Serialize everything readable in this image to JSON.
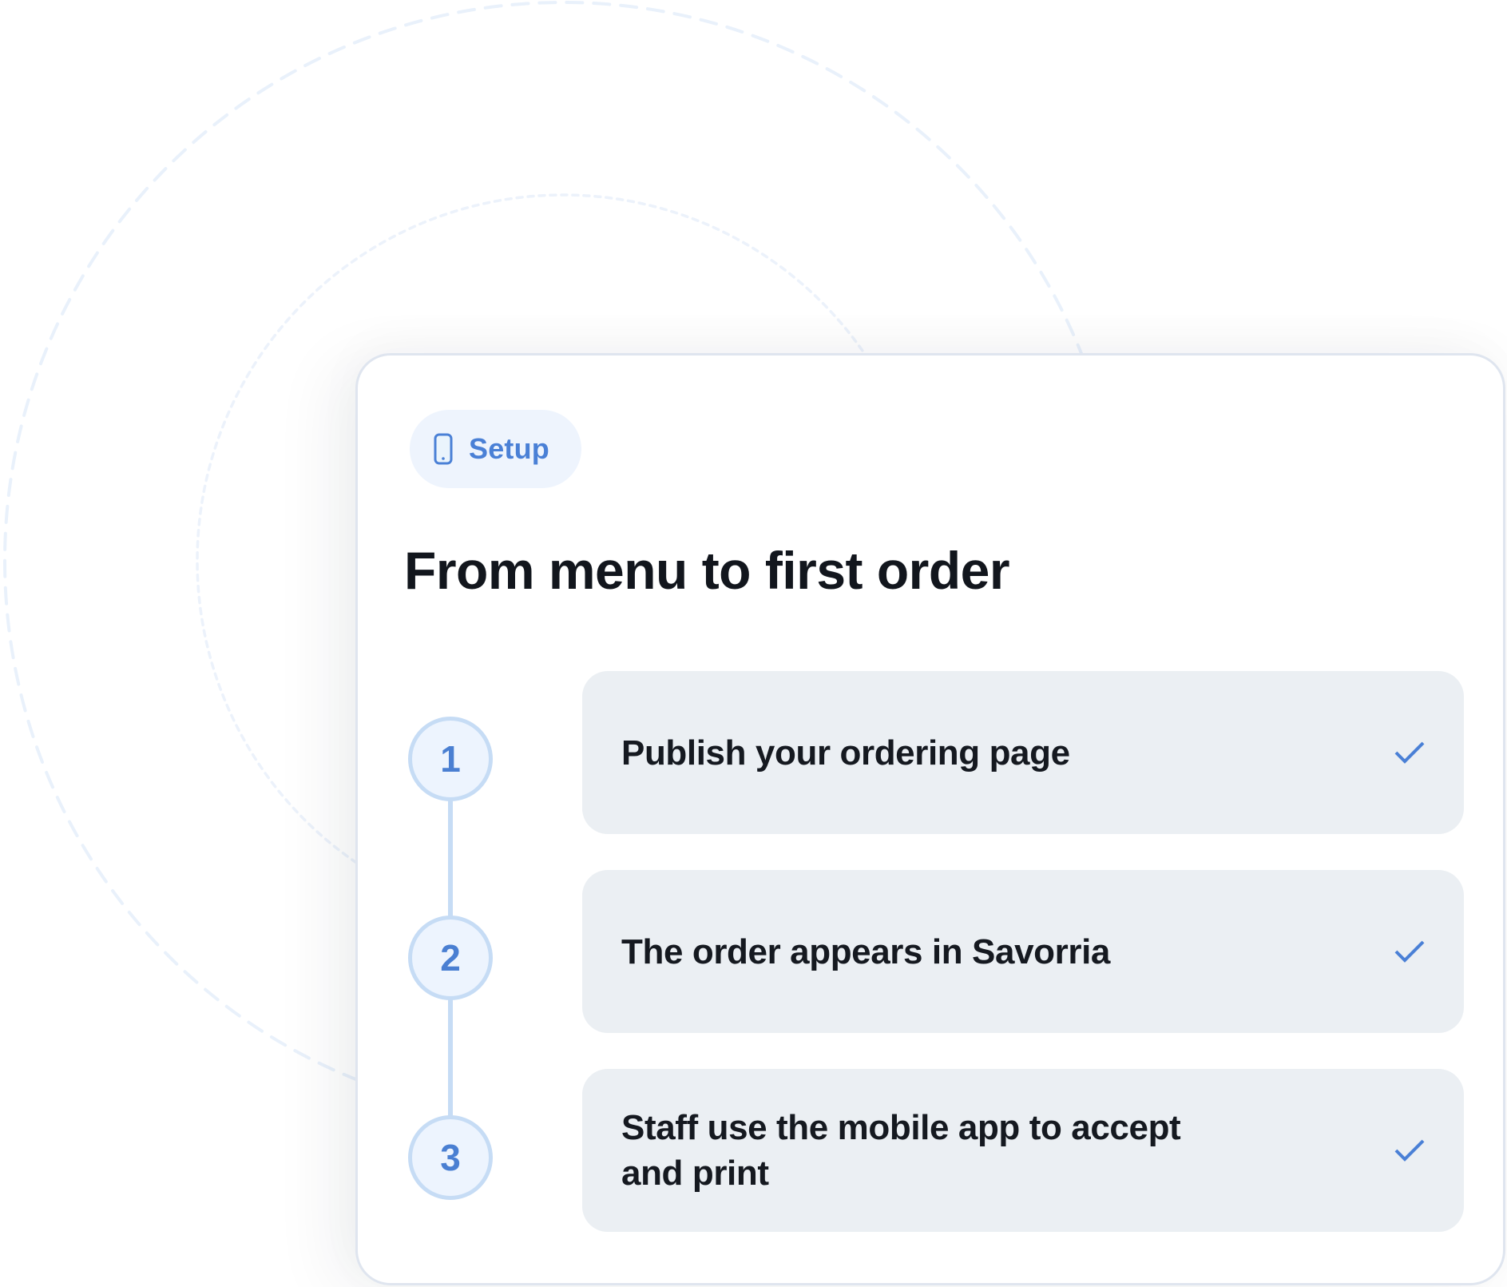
{
  "colors": {
    "accent": "#4a80d6",
    "pill_bg": "#eef4fd",
    "step_bg": "#ebeff3",
    "circle_border": "#c6dcf5",
    "circle_fill": "#edf4fe",
    "title_text": "#12161d",
    "card_border": "#dfe5ef",
    "ring": "#e9f1fb"
  },
  "card": {
    "badge": {
      "icon": "smartphone-icon",
      "label": "Setup"
    },
    "title": "From menu to first order",
    "steps": [
      {
        "number": "1",
        "label": "Publish your ordering page",
        "status_icon": "check-icon"
      },
      {
        "number": "2",
        "label": "The order appears in Savorria",
        "status_icon": "check-icon"
      },
      {
        "number": "3",
        "label": "Staff use the mobile app to accept and print",
        "status_icon": "check-icon"
      }
    ]
  }
}
